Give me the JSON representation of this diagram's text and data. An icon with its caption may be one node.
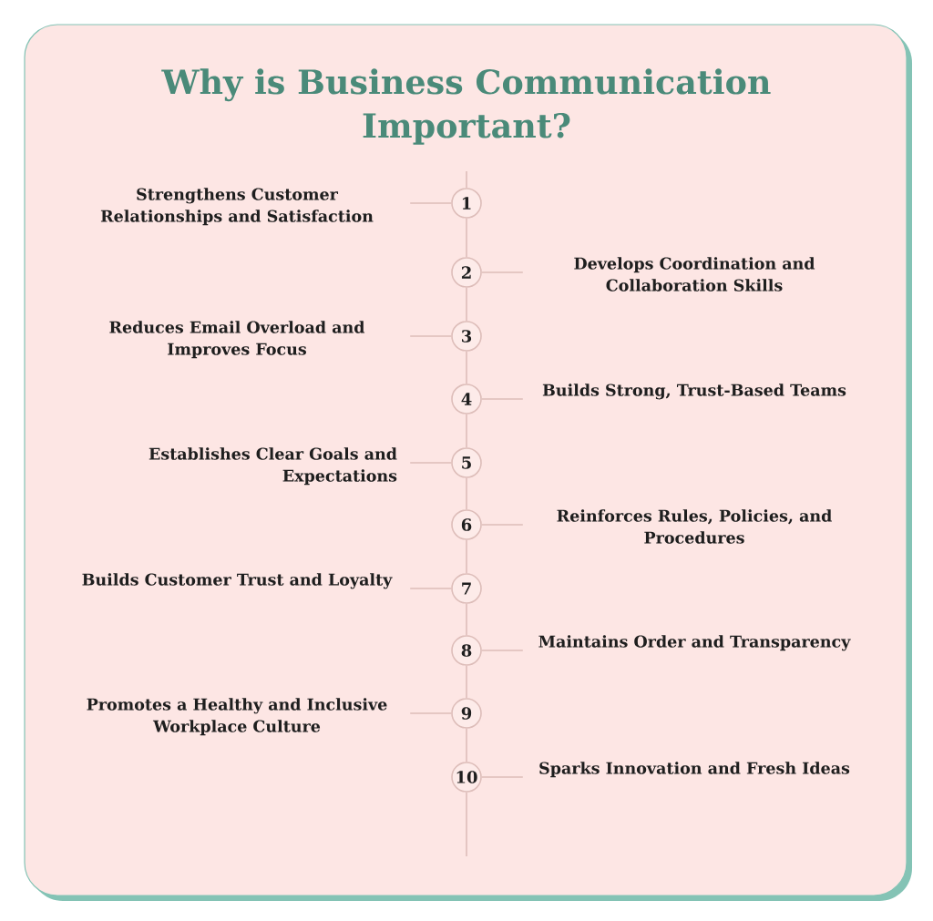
{
  "diagram": {
    "title": "Why is Business Communication Important?",
    "nodes": [
      {
        "text": [
          "Strengthens Customer Relationships and Satisfaction"
        ]
      },
      {
        "text": [
          "1"
        ]
      },
      {
        "text": [
          "2"
        ]
      },
      {
        "text": [
          "Develops Coordination and Collaboration Skills"
        ]
      },
      {
        "text": [
          "Reduces Email Overload and Improves Focus"
        ]
      },
      {
        "text": [
          "3"
        ]
      },
      {
        "text": [
          "4"
        ]
      },
      {
        "text": [
          "Builds Strong, Trust-Based Teams"
        ]
      },
      {
        "text": [
          "Establishes Clear Goals and Expectations"
        ]
      },
      {
        "text": [
          "5"
        ]
      },
      {
        "text": [
          "6"
        ]
      },
      {
        "text": [
          "Reinforces Rules, Policies, and Procedures"
        ]
      },
      {
        "text": [
          "Builds Customer Trust and Loyalty"
        ]
      },
      {
        "text": [
          "7"
        ]
      },
      {
        "text": [
          "8"
        ]
      },
      {
        "text": [
          "Maintains Order and Transparency"
        ]
      },
      {
        "text": [
          "Promotes a Healthy and Inclusive Workplace Culture"
        ]
      },
      {
        "text": [
          "9"
        ]
      },
      {
        "text": [
          "10"
        ]
      },
      {
        "text": [
          "Sparks Innovation and Fresh Ideas"
        ]
      }
    ],
    "edges": [
      {
        "from": null,
        "to": 1,
        "arrow": "none"
      },
      {
        "from": 0,
        "to": 1,
        "arrow": "none"
      },
      {
        "from": 1,
        "to": 2,
        "arrow": "none"
      },
      {
        "from": 3,
        "to": 2,
        "arrow": "none"
      },
      {
        "from": 2,
        "to": 5,
        "arrow": "none"
      },
      {
        "from": 4,
        "to": 5,
        "arrow": "none"
      },
      {
        "from": 5,
        "to": 6,
        "arrow": "none"
      },
      {
        "from": 7,
        "to": 6,
        "arrow": "none"
      },
      {
        "from": 6,
        "to": 9,
        "arrow": "none"
      },
      {
        "from": 8,
        "to": 9,
        "arrow": "none"
      },
      {
        "from": 9,
        "to": 10,
        "arrow": "none"
      },
      {
        "from": 11,
        "to": 10,
        "arrow": "none"
      },
      {
        "from": 10,
        "to": 13,
        "arrow": "none"
      },
      {
        "from": 12,
        "to": 13,
        "arrow": "none"
      },
      {
        "from": 13,
        "to": 14,
        "arrow": "none"
      },
      {
        "from": 15,
        "to": 14,
        "arrow": "none"
      },
      {
        "from": 14,
        "to": 17,
        "arrow": "none"
      },
      {
        "from": 16,
        "to": 17,
        "arrow": "none"
      },
      {
        "from": 17,
        "to": 18,
        "arrow": "none"
      },
      {
        "from": 19,
        "to": 18,
        "arrow": "none"
      },
      {
        "from": 18,
        "to": null,
        "arrow": "none"
      }
    ]
  }
}
